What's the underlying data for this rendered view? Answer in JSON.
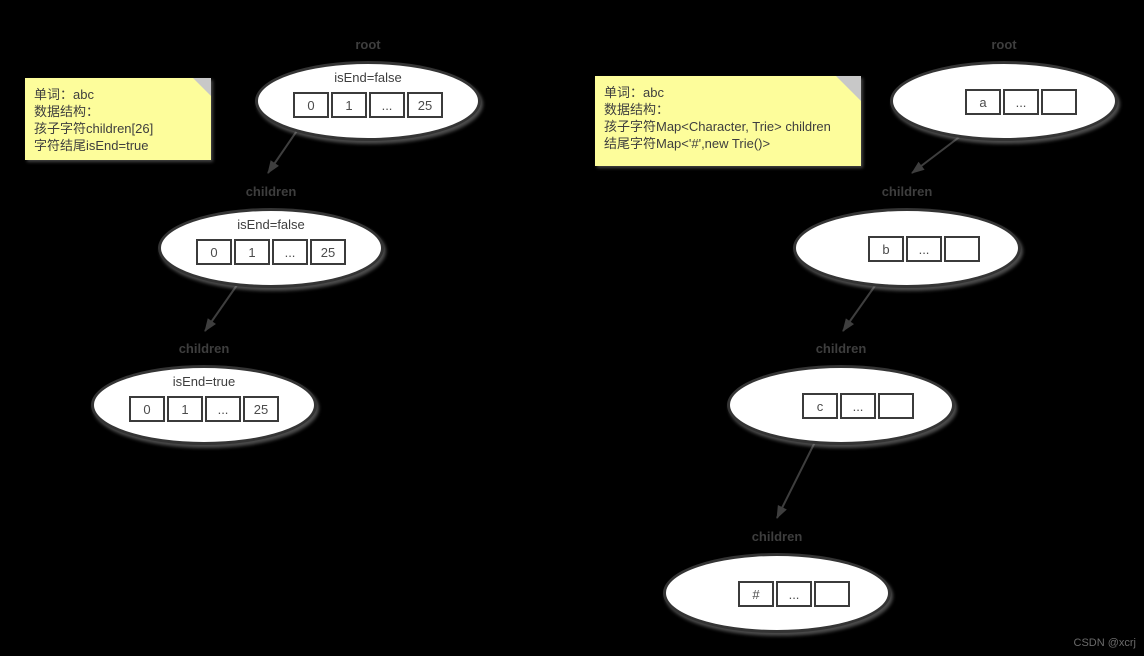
{
  "watermark": "CSDN @xcrj",
  "colors": {
    "background": "#000000",
    "note_bg": "#fdfd9b",
    "note_fold": "#c8c8c8",
    "node_fill": "#ffffff",
    "stroke": "#3e3e3e"
  },
  "notes": {
    "left": {
      "lines": [
        "单词：abc",
        "数据结构：",
        "孩子字符children[26]",
        "字符结尾isEnd=true"
      ]
    },
    "right": {
      "lines": [
        "单词：abc",
        "数据结构：",
        "孩子字符Map<Character, Trie> children",
        "结尾字符Map<'#',new Trie()>"
      ]
    }
  },
  "left_tree": {
    "nodes": [
      {
        "label": "root",
        "isEnd": "isEnd=false",
        "cells": [
          "0",
          "1",
          "...",
          "25"
        ]
      },
      {
        "label": "children",
        "isEnd": "isEnd=false",
        "cells": [
          "0",
          "1",
          "...",
          "25"
        ]
      },
      {
        "label": "children",
        "isEnd": "isEnd=true",
        "cells": [
          "0",
          "1",
          "...",
          "25"
        ]
      }
    ]
  },
  "right_tree": {
    "nodes": [
      {
        "label": "root",
        "cells": [
          "a",
          "...",
          ""
        ]
      },
      {
        "label": "children",
        "cells": [
          "b",
          "...",
          ""
        ]
      },
      {
        "label": "children",
        "cells": [
          "c",
          "...",
          ""
        ]
      },
      {
        "label": "children",
        "cells": [
          "#",
          "...",
          ""
        ]
      }
    ]
  }
}
